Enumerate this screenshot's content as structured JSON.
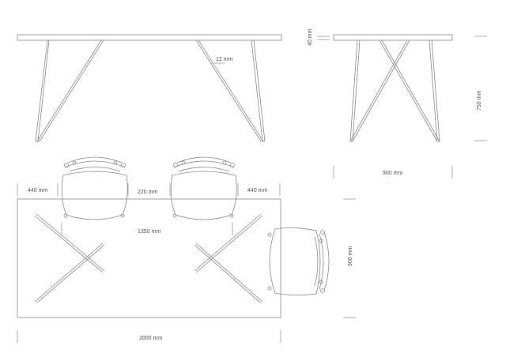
{
  "dimensions": {
    "leg_thickness": "12 mm",
    "top_thickness": "40 mm",
    "height": "750 mm",
    "depth_side": "900 mm",
    "edge_left": "440 mm",
    "chair_gap": "220 mm",
    "edge_right": "440 mm",
    "leg_span": "1350 mm",
    "depth_plan": "900 mm",
    "length": "2000 mm"
  },
  "colors": {
    "line": "#8a8a8a",
    "text": "#555555",
    "background": "#ffffff"
  }
}
